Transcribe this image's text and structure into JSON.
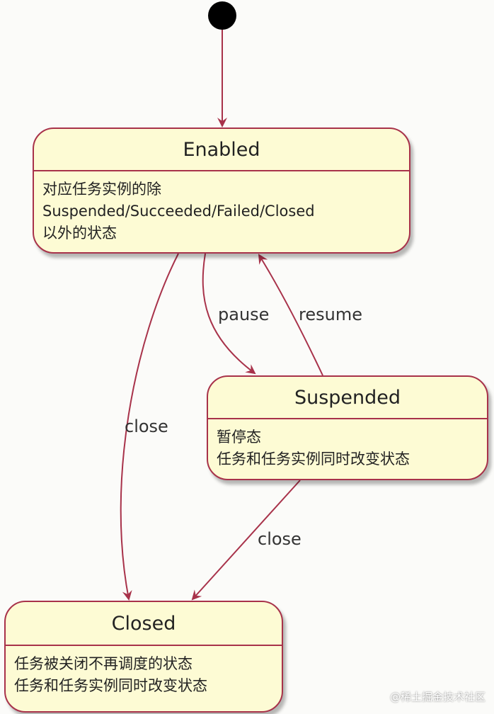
{
  "states": {
    "enabled": {
      "name": "Enabled",
      "lines": [
        "对应任务实例的除",
        "Suspended/Succeeded/Failed/Closed",
        "以外的状态"
      ]
    },
    "suspended": {
      "name": "Suspended",
      "lines": [
        "暂停态",
        "任务和任务实例同时改变状态"
      ]
    },
    "closed": {
      "name": "Closed",
      "lines": [
        "任务被关闭不再调度的状态",
        "任务和任务实例同时改变状态"
      ]
    }
  },
  "transitions": [
    {
      "from": "initial",
      "to": "Enabled",
      "label": ""
    },
    {
      "from": "Enabled",
      "to": "Suspended",
      "label": "pause"
    },
    {
      "from": "Suspended",
      "to": "Enabled",
      "label": "resume"
    },
    {
      "from": "Enabled",
      "to": "Closed",
      "label": "close"
    },
    {
      "from": "Suspended",
      "to": "Closed",
      "label": "close"
    }
  ],
  "colors": {
    "state_fill": "#fdfbd4",
    "state_border": "#a8324a",
    "edge": "#a8324a",
    "initial_node": "#000000"
  },
  "watermark": "@稀土掘金技术社区"
}
